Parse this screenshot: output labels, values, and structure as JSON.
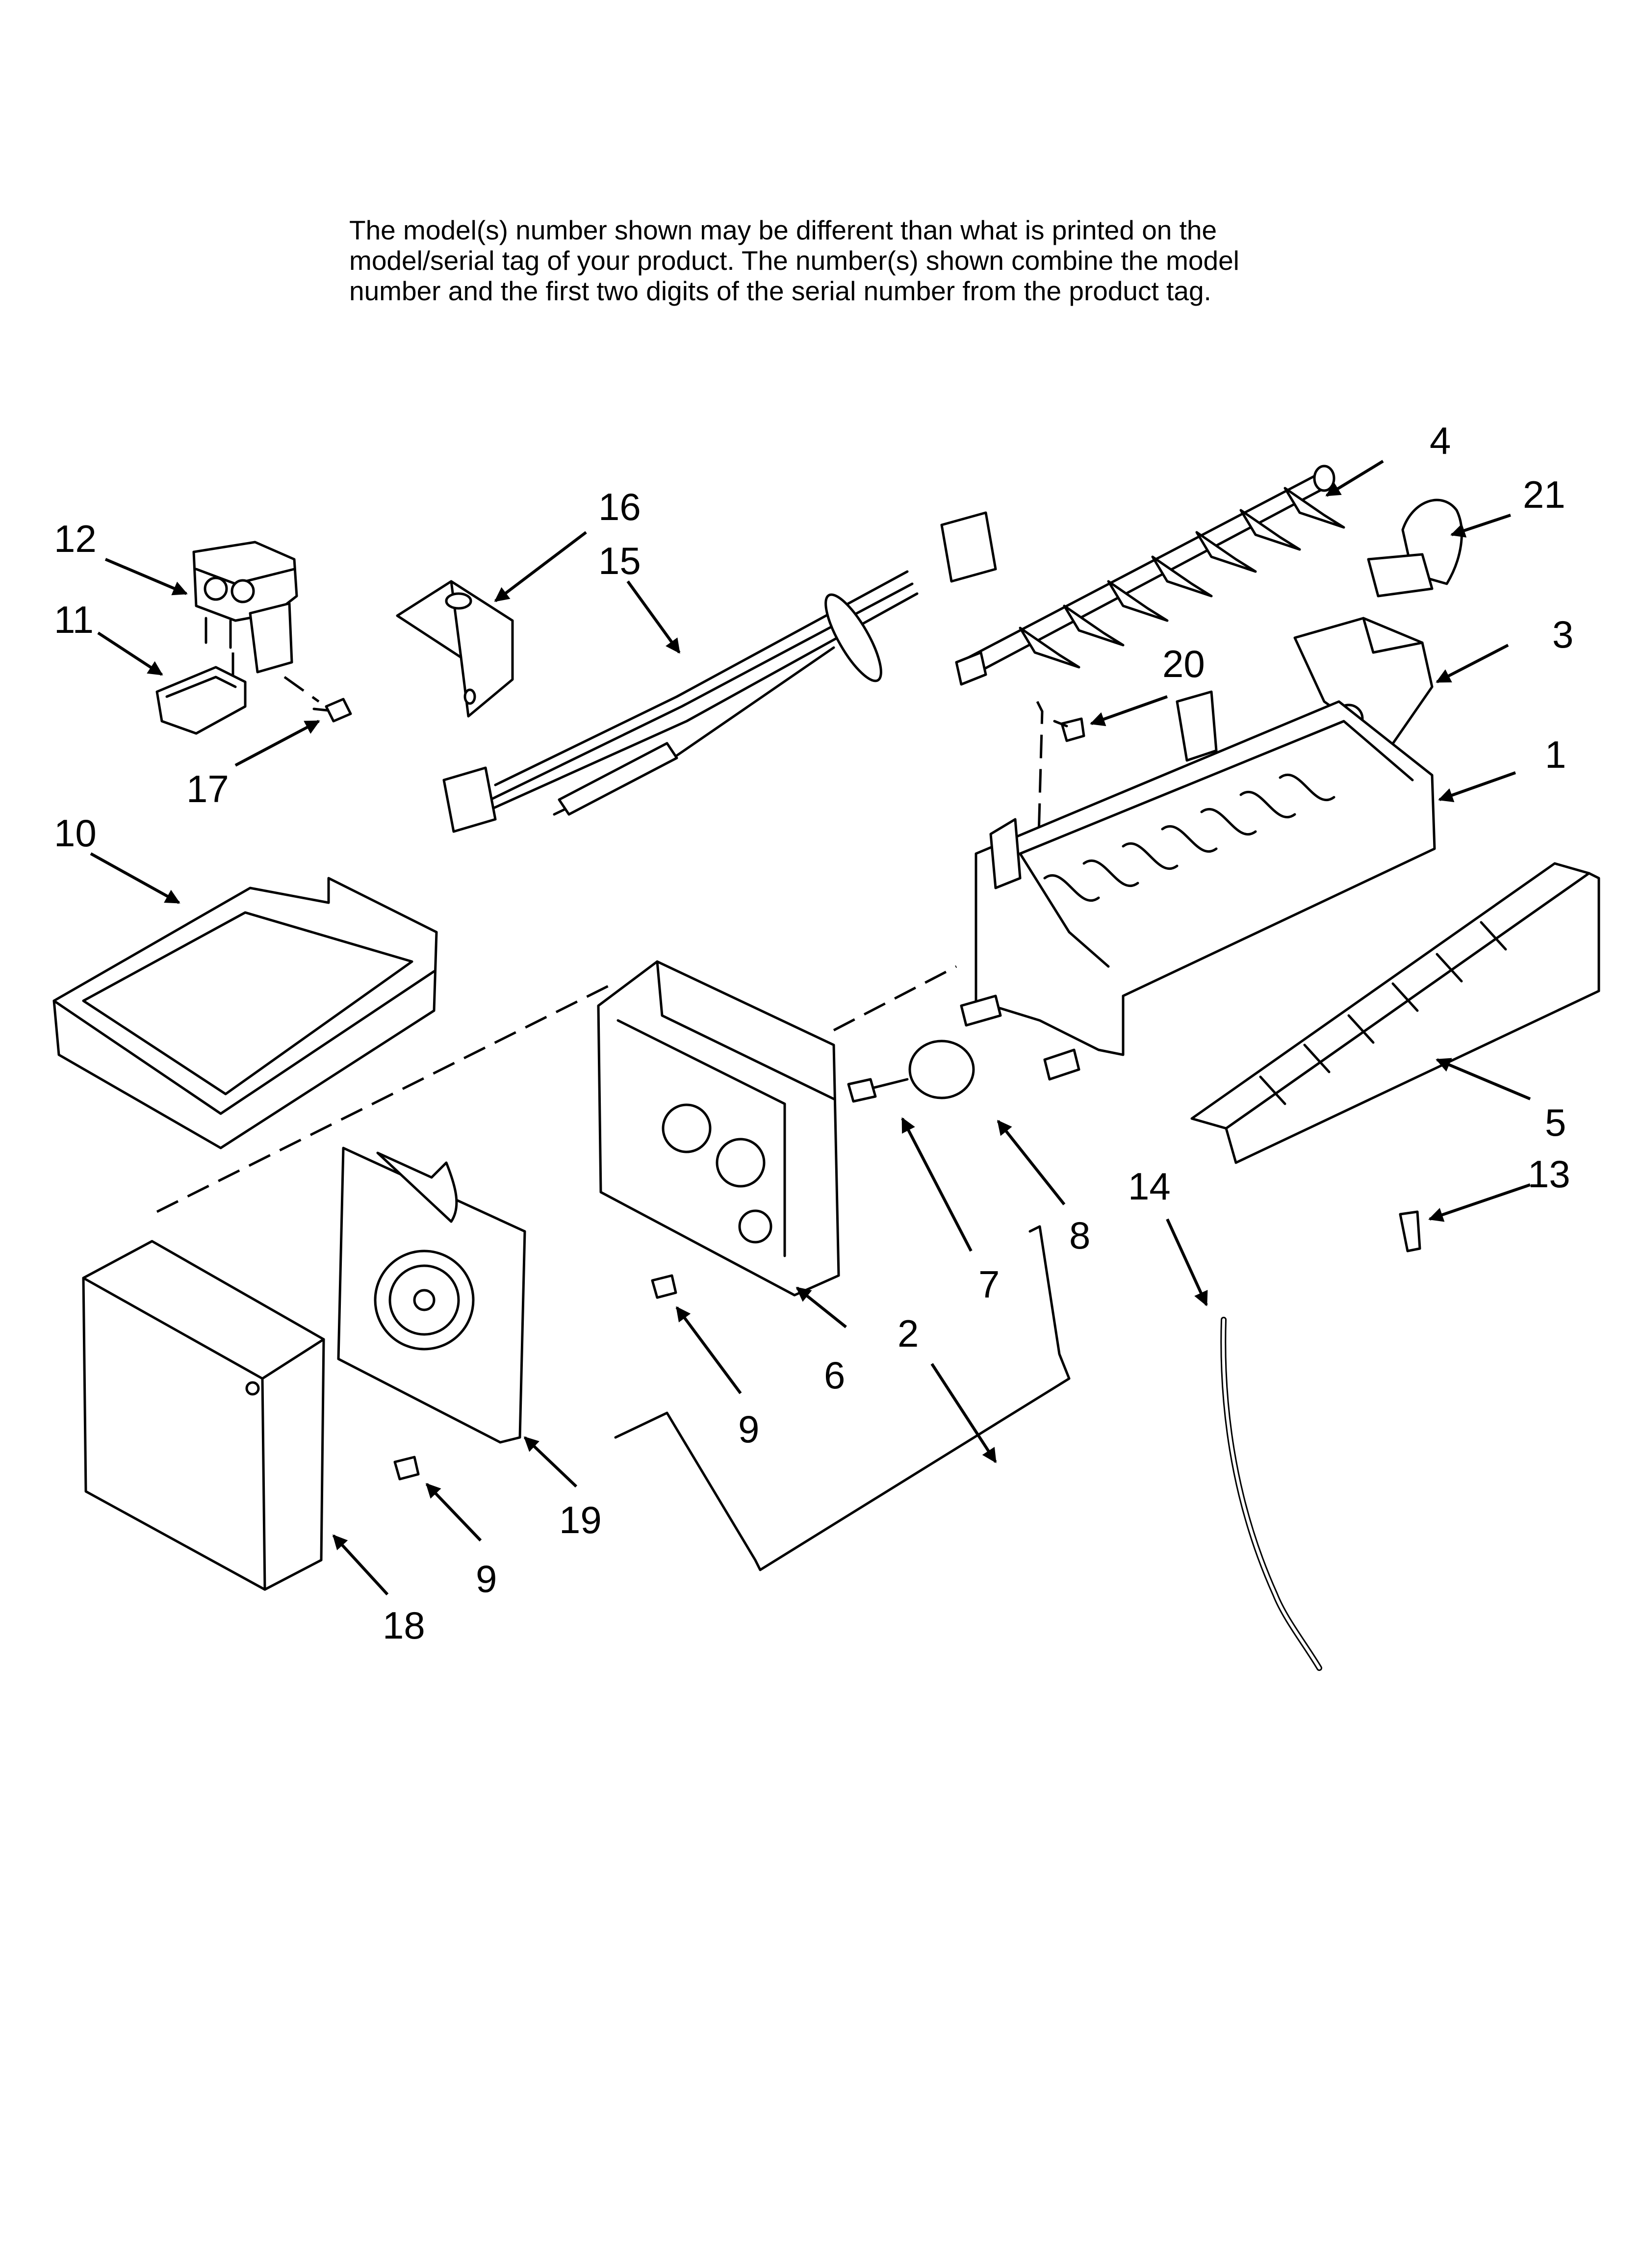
{
  "notice": {
    "line1": "The model(s) number shown may be different than what is printed on the",
    "line2": "model/serial tag of your product. The number(s) shown combine the model",
    "line3": "number and the first two digits of the serial number from the product tag."
  },
  "callouts": {
    "c1": "1",
    "c2": "2",
    "c3": "3",
    "c4": "4",
    "c5": "5",
    "c6": "6",
    "c7": "7",
    "c8": "8",
    "c9a": "9",
    "c9b": "9",
    "c10": "10",
    "c11": "11",
    "c12": "12",
    "c13": "13",
    "c14": "14",
    "c15": "15",
    "c16": "16",
    "c17": "17",
    "c18": "18",
    "c19": "19",
    "c20": "20",
    "c21": "21"
  },
  "colors": {
    "ink": "#000000",
    "paper": "#ffffff"
  }
}
